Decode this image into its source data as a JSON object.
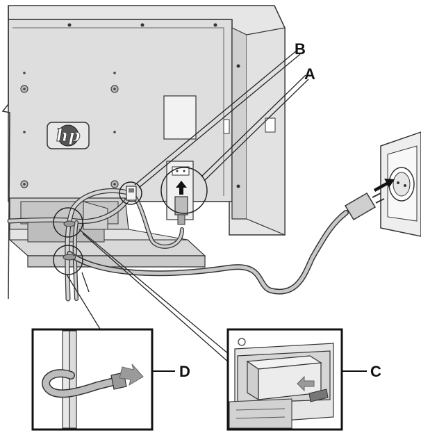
{
  "diagram": {
    "logo_text": "hp",
    "callouts": {
      "a": "A",
      "b": "B",
      "c": "C",
      "d": "D"
    }
  }
}
